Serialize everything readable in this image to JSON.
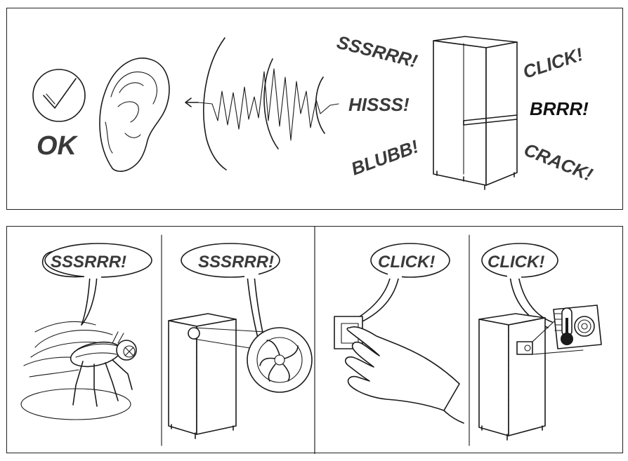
{
  "top": {
    "ok_label": "OK",
    "sounds": {
      "sssrrr": "SSSRRR!",
      "hisss": "HISSS!",
      "blubb": "BLUBB!",
      "click": "CLICK!",
      "brrr": "BRRR!",
      "crack": "CRACK!"
    }
  },
  "bottom": {
    "fly_bubble": "SSSRRR!",
    "fan_bubble": "SSSRRR!",
    "switch_bubble": "CLICK!",
    "thermostat_bubble": "CLICK!"
  },
  "icons": [
    "checkmark-circle-icon",
    "ear-icon",
    "sound-wave-icon",
    "fridge-icon",
    "fly-icon",
    "fan-icon",
    "hand-icon",
    "thermometer-icon"
  ]
}
